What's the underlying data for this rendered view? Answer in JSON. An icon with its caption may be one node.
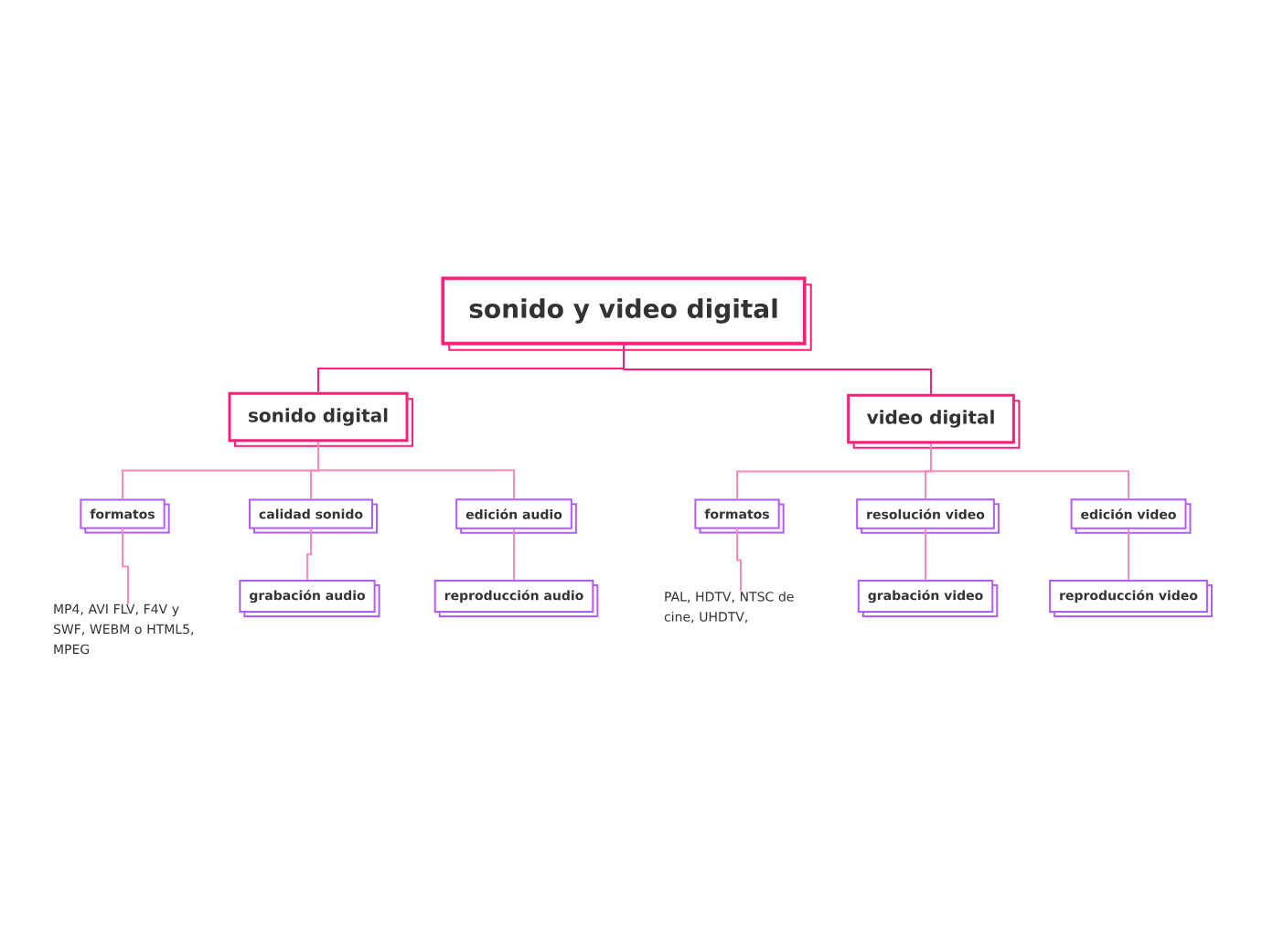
{
  "diagram": {
    "nodes": [
      {
        "text": [
          "sonido y video digital"
        ]
      },
      {
        "text": [
          "sonido digital"
        ]
      },
      {
        "text": [
          "video digital"
        ]
      },
      {
        "text": [
          "formatos"
        ]
      },
      {
        "text": [
          "calidad sonido"
        ]
      },
      {
        "text": [
          "edición audio"
        ]
      },
      {
        "text": [
          "MP4, AVI FLV, F4V y SWF, WEBM o HTML5, MPEG"
        ]
      },
      {
        "text": [
          "grabación audio"
        ]
      },
      {
        "text": [
          "reproducción audio"
        ]
      },
      {
        "text": [
          "formatos"
        ]
      },
      {
        "text": [
          "resolución video"
        ]
      },
      {
        "text": [
          "edición video"
        ]
      },
      {
        "text": [
          "PAL, HDTV, NTSC de cine, UHDTV,"
        ]
      },
      {
        "text": [
          "grabación video"
        ]
      },
      {
        "text": [
          "reproducción video"
        ]
      }
    ],
    "edges": [
      {
        "from": 0,
        "to": 1,
        "arrow": "none",
        "color": "#ff1f78"
      },
      {
        "from": 0,
        "to": 2,
        "arrow": "none",
        "color": "#ff1f78"
      },
      {
        "from": 1,
        "to": 3,
        "arrow": "none"
      },
      {
        "from": 1,
        "to": 4,
        "arrow": "none"
      },
      {
        "from": 1,
        "to": 5,
        "arrow": "none"
      },
      {
        "from": 3,
        "to": 6,
        "arrow": "none"
      },
      {
        "from": 4,
        "to": 7,
        "arrow": "none"
      },
      {
        "from": 5,
        "to": 8,
        "arrow": "none"
      },
      {
        "from": 2,
        "to": 9,
        "arrow": "none"
      },
      {
        "from": 2,
        "to": 10,
        "arrow": "none"
      },
      {
        "from": 2,
        "to": 11,
        "arrow": "none"
      },
      {
        "from": 9,
        "to": 12,
        "arrow": "none"
      },
      {
        "from": 10,
        "to": 13,
        "arrow": "none"
      },
      {
        "from": 11,
        "to": 14,
        "arrow": "none"
      }
    ]
  }
}
